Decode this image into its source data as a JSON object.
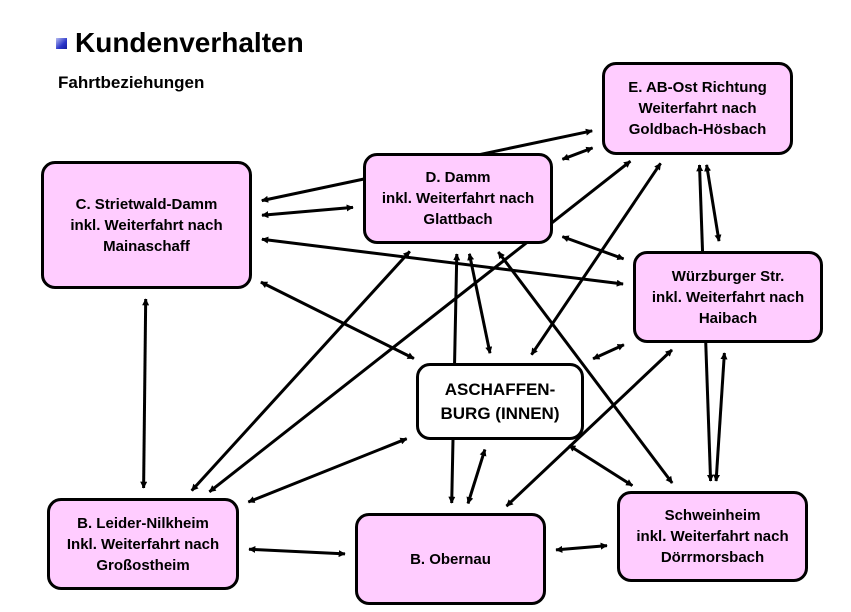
{
  "header": {
    "title": "Kundenverhalten",
    "subtitle": "Fahrtbeziehungen"
  },
  "colors": {
    "node_fill": "#ffccff",
    "center_fill": "#ffffff",
    "border": "#000000",
    "bullet": "#2a35c9"
  },
  "nodes": {
    "c": {
      "lines": [
        "C. Strietwald-Damm",
        "inkl. Weiterfahrt nach",
        "Mainaschaff"
      ]
    },
    "d": {
      "lines": [
        "D. Damm",
        "inkl. Weiterfahrt nach",
        "Glattbach"
      ]
    },
    "e": {
      "lines": [
        "E. AB-Ost Richtung",
        "Weiterfahrt nach",
        "Goldbach-Hösbach"
      ]
    },
    "w": {
      "lines": [
        "Würzburger Str.",
        "inkl. Weiterfahrt nach",
        "Haibach"
      ]
    },
    "a": {
      "lines": [
        "ASCHAFFEN-",
        "BURG (INNEN)"
      ]
    },
    "b1": {
      "lines": [
        "B. Leider-Nilkheim",
        "Inkl. Weiterfahrt nach",
        "Großostheim"
      ]
    },
    "b2": {
      "lines": [
        "B. Obernau"
      ]
    },
    "s": {
      "lines": [
        "Schweinheim",
        "inkl. Weiterfahrt nach",
        "Dörrmorsbach"
      ]
    }
  },
  "connections": [
    [
      "c",
      "e"
    ],
    [
      "c",
      "d"
    ],
    [
      "c",
      "w"
    ],
    [
      "c",
      "b1"
    ],
    [
      "c",
      "a"
    ],
    [
      "d",
      "e"
    ],
    [
      "d",
      "w"
    ],
    [
      "d",
      "a"
    ],
    [
      "d",
      "b1"
    ],
    [
      "d",
      "s"
    ],
    [
      "e",
      "w"
    ],
    [
      "e",
      "a"
    ],
    [
      "e",
      "b1"
    ],
    [
      "e",
      "s"
    ],
    [
      "w",
      "a"
    ],
    [
      "w",
      "s"
    ],
    [
      "w",
      "b2"
    ],
    [
      "a",
      "b1"
    ],
    [
      "a",
      "b2"
    ],
    [
      "a",
      "s"
    ],
    [
      "b1",
      "b2"
    ],
    [
      "b2",
      "s"
    ],
    [
      "b2",
      "d"
    ]
  ]
}
